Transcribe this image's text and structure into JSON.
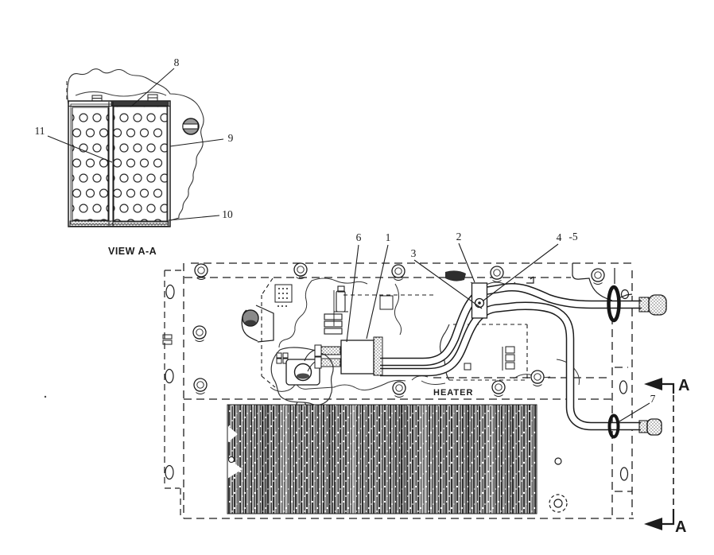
{
  "colors": {
    "ink": "#1c1c1c",
    "paper": "#ffffff"
  },
  "detail_view": {
    "caption": "VIEW A-A",
    "callouts": {
      "c8": "8",
      "c9": "9",
      "c10": "10",
      "c11": "11"
    }
  },
  "main_view": {
    "heater_label": "HEATER",
    "callouts": {
      "c6": "6",
      "c1": "1",
      "c3": "3",
      "c2": "2",
      "c4": "4",
      "c5": "-5",
      "c7": "7"
    },
    "section_markers": {
      "top": "A",
      "bottom": "A"
    }
  }
}
